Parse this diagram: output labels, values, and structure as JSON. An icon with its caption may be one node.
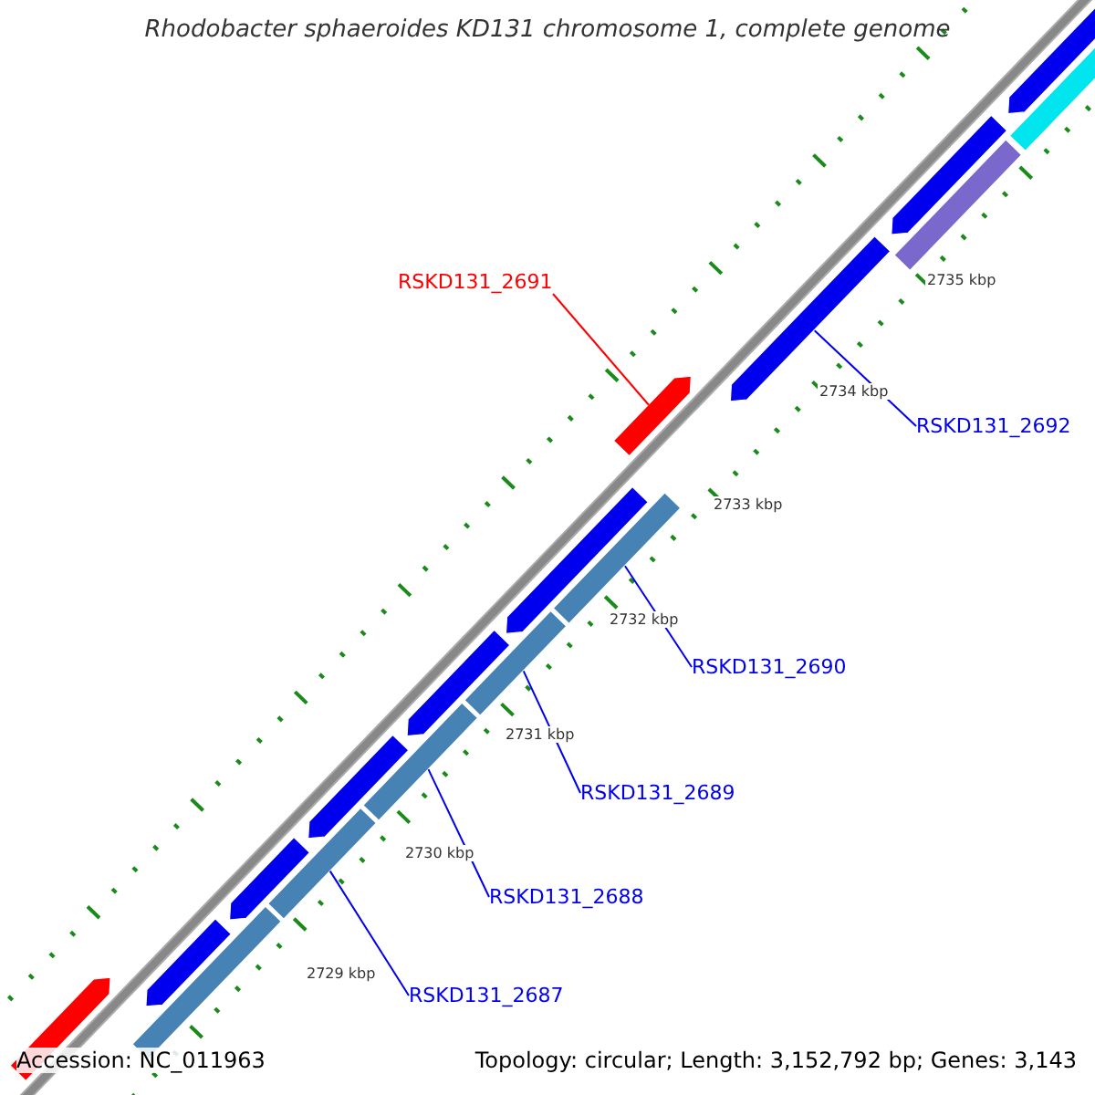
{
  "diagram": {
    "title": "Rhodobacter sphaeroides KD131 chromosome 1, complete genome",
    "nodes": [
      {
        "text": [
          "RSKD131_2691"
        ]
      },
      {
        "text": [],
        "shape": "arrow"
      },
      {
        "text": [
          "RSKD131_2692"
        ]
      },
      {
        "text": [],
        "shape": "arrow"
      },
      {
        "text": [
          "RSKD131_2690"
        ]
      },
      {
        "text": [],
        "shape": "bar"
      },
      {
        "text": [
          "RSKD131_2689"
        ]
      },
      {
        "text": [],
        "shape": "bar"
      },
      {
        "text": [
          "RSKD131_2688"
        ]
      },
      {
        "text": [],
        "shape": "bar"
      },
      {
        "text": [
          "RSKD131_2687"
        ]
      },
      {
        "text": [],
        "shape": "bar"
      },
      {
        "text": [],
        "shape": "arrow"
      },
      {
        "text": [],
        "shape": "arrow"
      },
      {
        "text": [],
        "shape": "arrow"
      },
      {
        "text": [],
        "shape": "arrow"
      },
      {
        "text": [],
        "shape": "arrow"
      },
      {
        "text": [],
        "shape": "arrow"
      },
      {
        "text": [],
        "shape": "arrow"
      },
      {
        "text": [],
        "shape": "arrow"
      },
      {
        "text": [],
        "shape": "bar"
      },
      {
        "text": [],
        "shape": "bar"
      },
      {
        "text": [],
        "shape": "bar"
      }
    ],
    "edges": [
      {
        "from": 0,
        "to": 1,
        "arrow": "none",
        "color": "#ff0000"
      },
      {
        "from": 2,
        "to": 3,
        "arrow": "none"
      },
      {
        "from": 4,
        "to": 5,
        "arrow": "none"
      },
      {
        "from": 6,
        "to": 7,
        "arrow": "none"
      },
      {
        "from": 8,
        "to": 9,
        "arrow": "none"
      },
      {
        "from": 10,
        "to": 11,
        "arrow": "none"
      }
    ],
    "labels": [
      "2735 kbp",
      "2734 kbp",
      "2733 kbp",
      "2732 kbp",
      "2731 kbp",
      "2730 kbp",
      "2729 kbp",
      "Accession: NC_011963",
      "Topology: circular; Length: 3,152,792 bp; Genes: 3,143"
    ]
  }
}
